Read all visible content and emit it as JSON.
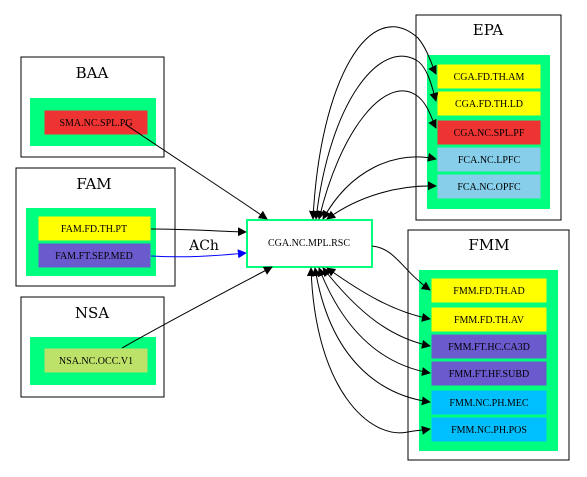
{
  "center": {
    "label": "CGA.NC.MPL.RSC"
  },
  "clusters": {
    "baa": {
      "title": "BAA",
      "nodes": [
        {
          "label": "SMA.NC.SPL.PG",
          "color": "#ee3333"
        }
      ]
    },
    "fam": {
      "title": "FAM",
      "nodes": [
        {
          "label": "FAM.FD.TH.PT",
          "color": "#ffff00"
        },
        {
          "label": "FAM.FT.SEP.MED",
          "color": "#6a5acd"
        }
      ]
    },
    "nsa": {
      "title": "NSA",
      "nodes": [
        {
          "label": "NSA.NC.OCC.V1",
          "color": "#bde26a"
        }
      ]
    },
    "epa": {
      "title": "EPA",
      "nodes": [
        {
          "label": "CGA.FD.TH.AM",
          "color": "#ffff00"
        },
        {
          "label": "CGA.FD.TH.LD",
          "color": "#ffff00"
        },
        {
          "label": "CGA.NC.SPL.PF",
          "color": "#ee3333"
        },
        {
          "label": "FCA.NC.LPFC",
          "color": "#87ceeb"
        },
        {
          "label": "FCA.NC.OPFC",
          "color": "#87ceeb"
        }
      ]
    },
    "fmm": {
      "title": "FMM",
      "nodes": [
        {
          "label": "FMM.FD.TH.AD",
          "color": "#ffff00"
        },
        {
          "label": "FMM.FD.TH.AV",
          "color": "#ffff00"
        },
        {
          "label": "FMM.FT.HC.CA3D",
          "color": "#6a5acd"
        },
        {
          "label": "FMM.FT.HF.SUBD",
          "color": "#6a5acd"
        },
        {
          "label": "FMM.NC.PH.MEC",
          "color": "#00bfff"
        },
        {
          "label": "FMM.NC.PH.POS",
          "color": "#00bfff"
        }
      ]
    }
  },
  "edge_labels": {
    "ach": "ACh"
  },
  "colors": {
    "cluster_fill": "#00ff7f",
    "edge": "#000000",
    "ach_edge": "#0000ff"
  }
}
